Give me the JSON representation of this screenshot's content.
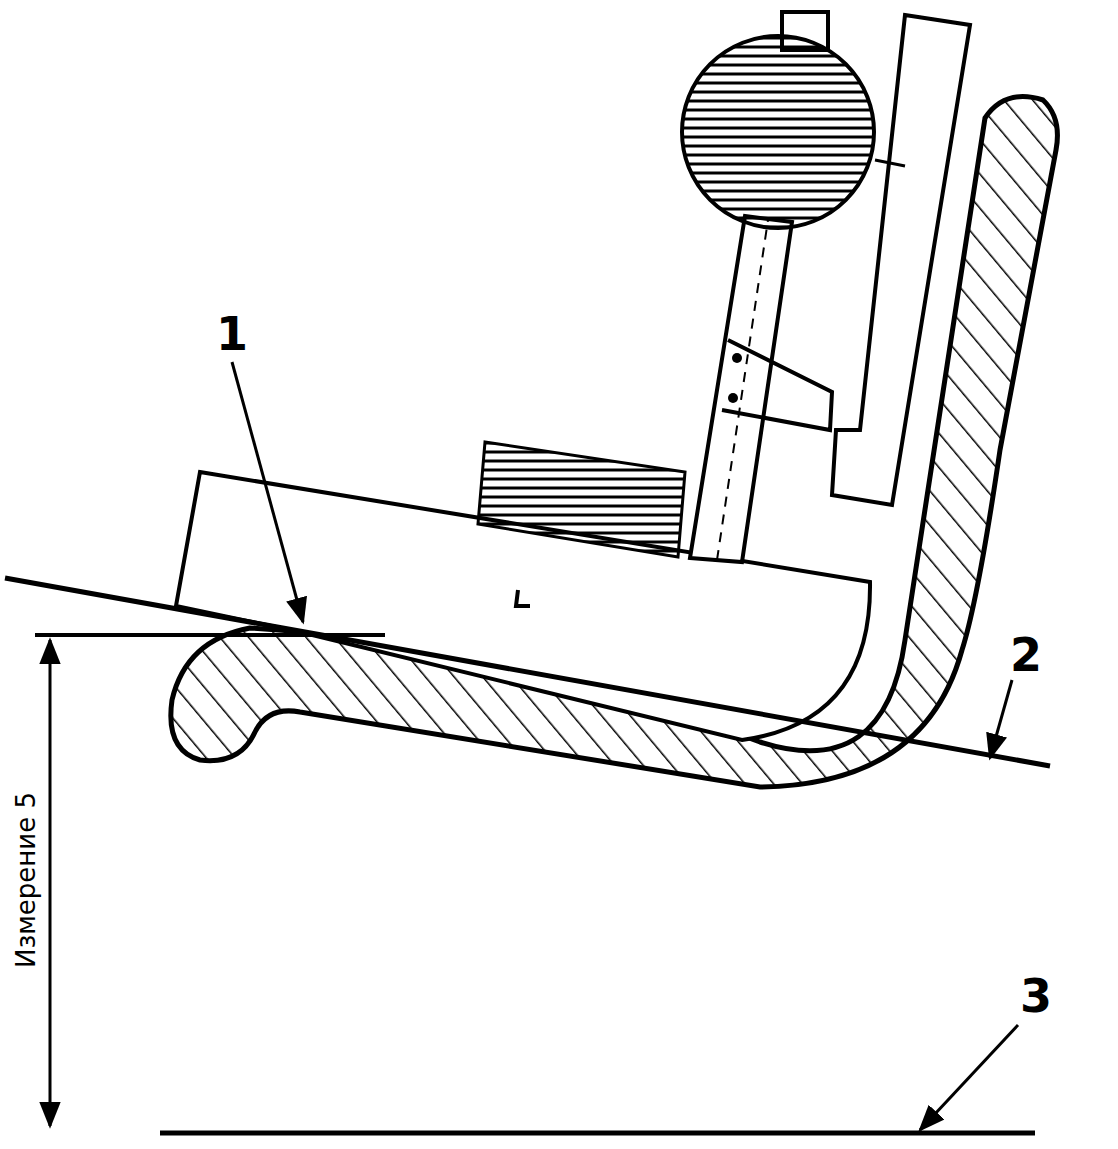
{
  "diagram": {
    "labels": [
      "1",
      "2",
      "3",
      "Измерение 5"
    ]
  }
}
